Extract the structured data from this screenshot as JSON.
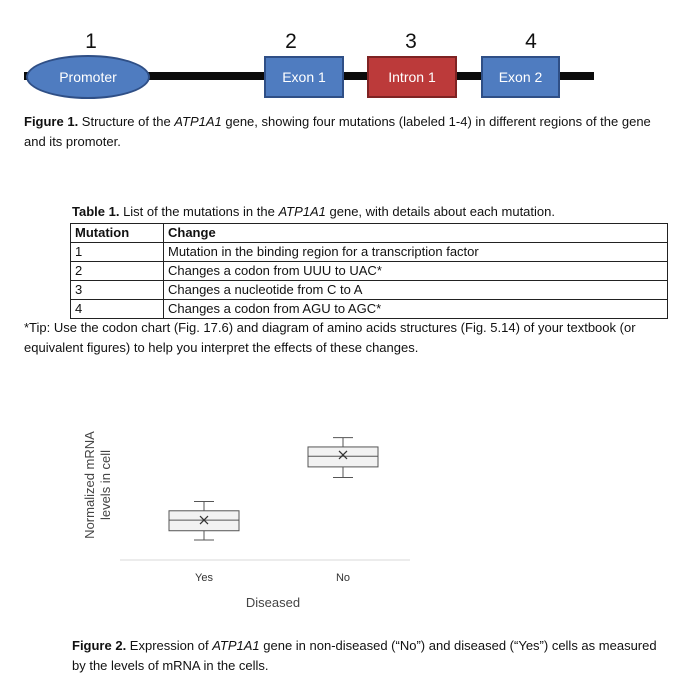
{
  "figure1": {
    "labels": {
      "promoter": "Promoter",
      "exon1": "Exon 1",
      "intron1": "Intron 1",
      "exon2": "Exon 2"
    },
    "numbers": [
      "1",
      "2",
      "3",
      "4"
    ],
    "caption_bold": "Figure 1.",
    "caption_pre": " Structure of the ",
    "caption_gene": "ATP1A1",
    "caption_post": " gene, showing four mutations (labeled 1-4) in different regions of the gene and its promoter."
  },
  "table1": {
    "title_bold": "Table 1.",
    "title_pre": " List of the mutations in the ",
    "title_gene": "ATP1A1",
    "title_post": " gene, with details about each mutation.",
    "headers": [
      "Mutation",
      "Change"
    ],
    "rows": [
      [
        "1",
        "Mutation in the binding region for a transcription factor"
      ],
      [
        "2",
        "Changes a codon from UUU to UAC*"
      ],
      [
        "3",
        "Changes a nucleotide from C to A"
      ],
      [
        "4",
        "Changes a codon from AGU to AGC*"
      ]
    ],
    "tip": "*Tip: Use the codon chart (Fig. 17.6) and diagram of amino acids structures (Fig. 5.14) of your textbook (or equivalent figures) to help you interpret the effects of these changes."
  },
  "figure2": {
    "caption_bold": "Figure 2.",
    "caption_pre": " Expression of ",
    "caption_gene": "ATP1A1",
    "caption_post": " gene in non-diseased (“No”) and diseased (“Yes”) cells as measured by the levels of mRNA in the cells."
  },
  "chart_data": {
    "type": "box",
    "categories": [
      "Yes",
      "No"
    ],
    "xlabel": "Diseased",
    "ylabel": "Normalized mRNA levels in cell",
    "series": [
      {
        "category": "Yes",
        "whisker_low": 0.15,
        "q1": 0.22,
        "median": 0.3,
        "q3": 0.37,
        "whisker_high": 0.44,
        "mean": 0.3
      },
      {
        "category": "No",
        "whisker_low": 0.62,
        "q1": 0.7,
        "median": 0.78,
        "q3": 0.85,
        "whisker_high": 0.92,
        "mean": 0.79
      }
    ],
    "ylim": [
      0,
      1
    ],
    "grid": false,
    "legend": "none"
  }
}
